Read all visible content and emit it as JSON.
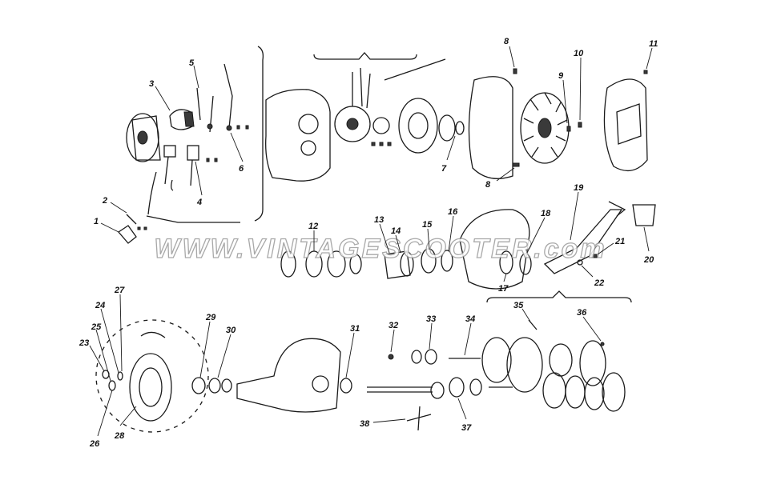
{
  "diagram": {
    "watermark": "WWW.VINTAGESCOOTER.com",
    "part_numbers": [
      "1",
      "2",
      "3",
      "4",
      "5",
      "6",
      "7",
      "8",
      "8",
      "9",
      "10",
      "11",
      "12",
      "13",
      "14",
      "15",
      "16",
      "17",
      "18",
      "19",
      "20",
      "21",
      "22",
      "23",
      "24",
      "25",
      "26",
      "27",
      "28",
      "29",
      "30",
      "31",
      "32",
      "33",
      "34",
      "35",
      "36",
      "37",
      "38"
    ]
  }
}
